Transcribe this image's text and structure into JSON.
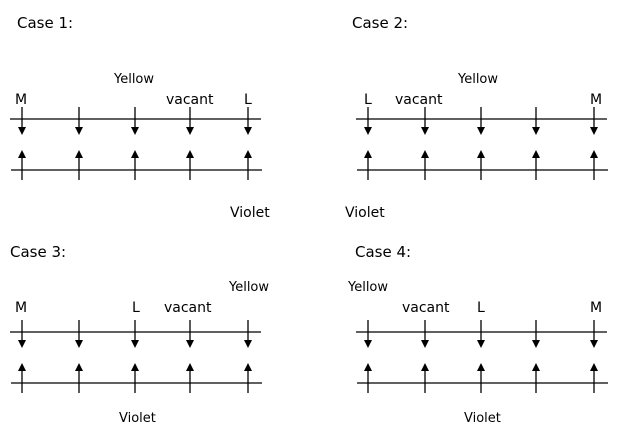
{
  "cases": [
    {
      "title": "Case 1:",
      "top_color": "Yellow",
      "bottom_color": "Violet",
      "labels": {
        "M": "M",
        "vacant": "vacant",
        "L": "L"
      }
    },
    {
      "title": "Case 2:",
      "top_color": "Yellow",
      "bottom_color": "Violet",
      "labels": {
        "M": "M",
        "vacant": "vacant",
        "L": "L"
      }
    },
    {
      "title": "Case 3:",
      "top_color": "Yellow",
      "bottom_color": "Violet",
      "labels": {
        "M": "M",
        "vacant": "vacant",
        "L": "L"
      }
    },
    {
      "title": "Case 4:",
      "top_color": "Yellow",
      "bottom_color": "Violet",
      "labels": {
        "M": "M",
        "vacant": "vacant",
        "L": "L"
      }
    }
  ],
  "arrows_per_row": 5
}
